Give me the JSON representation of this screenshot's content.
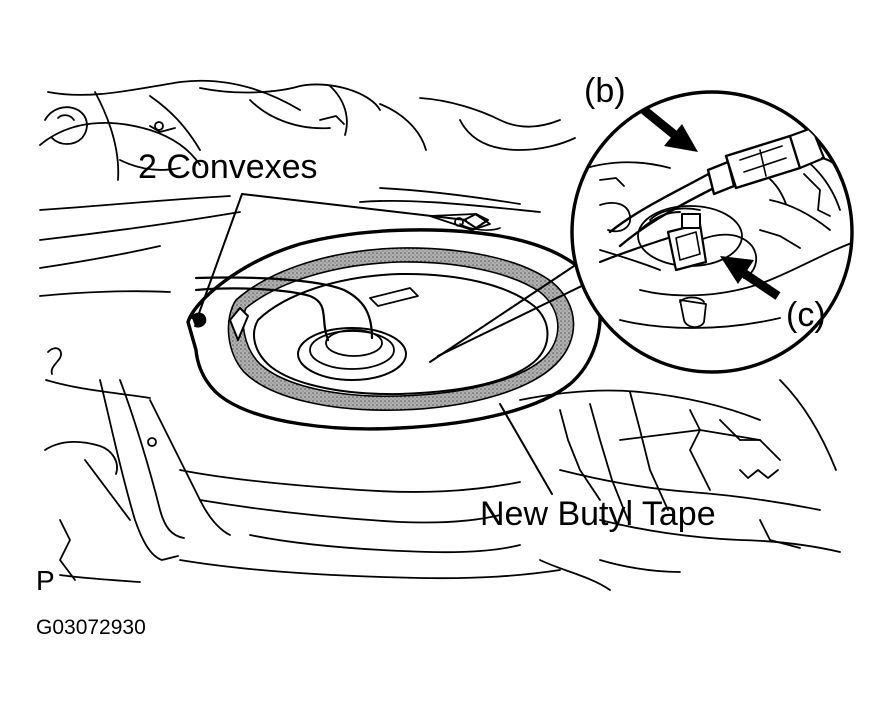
{
  "labels": {
    "convexes": "2 Convexes",
    "butyl_tape": "New Butyl Tape",
    "callout_b": "(b)",
    "callout_c": "(c)",
    "view_marker": "P",
    "figure_code": "G03072930"
  },
  "colors": {
    "ink": "#000000",
    "paper": "#ffffff",
    "tape_fill": "#a8a8a8"
  }
}
